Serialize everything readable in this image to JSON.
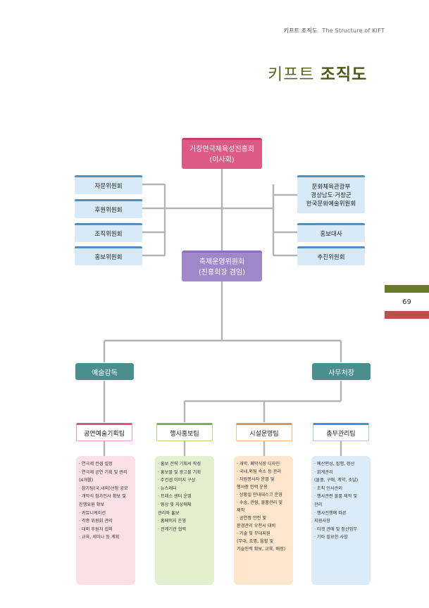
{
  "header": {
    "ko": "키프트 조직도",
    "en": "The Structure of KIFT"
  },
  "title": {
    "light": "키프트",
    "bold": "조직도"
  },
  "page_number": "69",
  "root": {
    "line1": "거창연극제육성진흥회",
    "line2": "(이사회)"
  },
  "left_committees": [
    "자문위원회",
    "후원위원회",
    "조직위원회",
    "홍보위원회"
  ],
  "right_top": {
    "line1": "문화체육관광부",
    "line2": "경상남도·거창군",
    "line3": "한국문화예술위원회"
  },
  "right_committees": [
    "홍보대사",
    "추진위원회"
  ],
  "ops": {
    "line1": "축제운영위원회",
    "line2": "(진흥회장 겸임)"
  },
  "directors": {
    "left": "예술감독",
    "right": "사무처장"
  },
  "teams": [
    {
      "name": "공연예술기획팀",
      "items": [
        "· 연극제 컨셉 설정",
        "· 연극제 공연 기획 및 관리",
        "  (4개월)",
        "· 참가팀(국,내외)선정 공모",
        "· 개막식 참가인사 확보 및",
        "  진행요원 확보",
        "· 커뮤니케이션",
        "· 각종 위원회 관리",
        "· 대외 후원처 섭외",
        "· 교육, 세미나 등 계획"
      ]
    },
    {
      "name": "행사홍보팀",
      "items": [
        "· 홍보 전략 기획서 작성",
        "· 홍보물 및 광고물 기획",
        "· 주컨셉 이미지 구상",
        "· 뉴스레터",
        "· 프레스 센터 운영",
        "· 영상 및 지상매체",
        "  관리와 홍보",
        "· 홈페이지 운영",
        "· 관계기관 협력"
      ]
    },
    {
      "name": "시설운영팀",
      "items": [
        "· 개막, 폐막식장 디자인",
        "· 국내,외팀 숙소 등 관리",
        "· 자원봉사자 운영 및",
        "  행사장 인력 운용",
        "· 상황실 안내데스크 운영",
        "· 수송, 관람, 물품관리 및",
        "  제작",
        "· 공연장 안전 및",
        "  환경관리 우천시 대비",
        "· 기술 및 무대지원",
        "  (무대, 조명, 음향 및",
        "  기술인력 확보, 교육, 배정)"
      ]
    },
    {
      "name": "총무관리팀",
      "items": [
        "· 예산편성, 집행, 정산",
        "· 회계관리",
        "  (물품, 구매, 계약, 조달)",
        "· 조직 인사관리",
        "· 행사관련 물품 제작 및",
        "  관리",
        "· 행사진행에 따른",
        "  지원사항",
        "· 티켓 관매 및 정산업무",
        "· 기타 필요한 사항"
      ]
    }
  ],
  "colors": {
    "title": "#5c6a20",
    "root": "#dd5a86",
    "ops": "#9f87c9",
    "director": "#4a8f8d",
    "side": "#d8eaf8",
    "line": "#b5b5b5"
  }
}
